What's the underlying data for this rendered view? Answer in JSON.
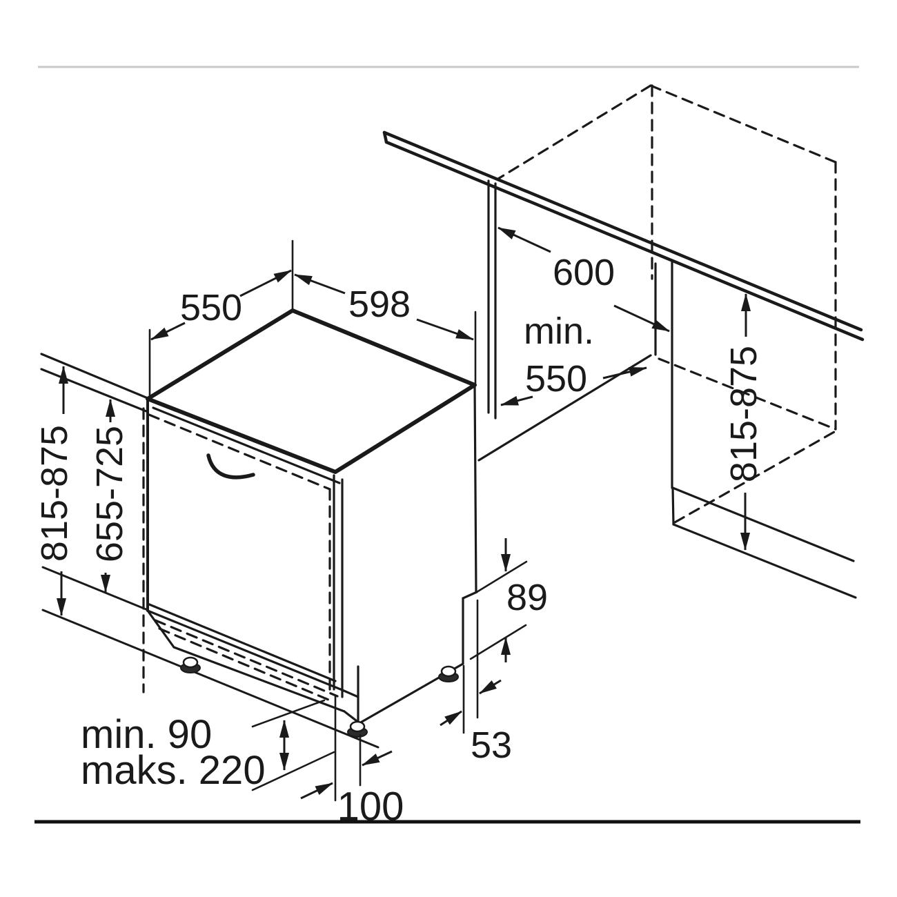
{
  "page": {
    "background": "#ffffff",
    "ink_color": "#1a1a1a",
    "top_border_color": "#c9c9c9"
  },
  "diagram": {
    "type": "appliance-installation-drawing",
    "subject": "fully-integrated dishwasher built-under niche, dimensions in mm",
    "labels": {
      "top_depth": "550",
      "width": "598",
      "counter_depth": "600",
      "niche_depth_line1": "min.",
      "niche_depth_line2": "550",
      "niche_height": "815-875",
      "appliance_height": "815-875",
      "panel_height": "655-725",
      "rear_step_height": "89",
      "rear_foot_offset": "53",
      "plinth_line1": "min. 90",
      "plinth_line2": "maks. 220",
      "front_foot_offset": "100"
    }
  }
}
